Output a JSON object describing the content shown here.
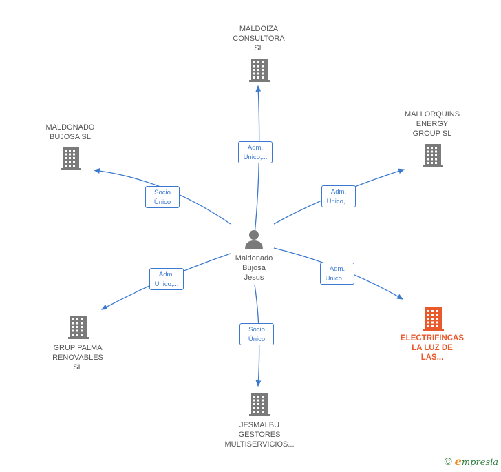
{
  "center": {
    "lines": [
      "Maldonado",
      "Bujosa",
      "Jesus"
    ],
    "icon": "person-icon"
  },
  "companies": [
    {
      "id": "maldoiza",
      "lines": [
        "MALDOIZA",
        "CONSULTORA",
        "SL"
      ],
      "icon": "building-icon",
      "color": "#7a7a7a"
    },
    {
      "id": "maldonado-bujosa",
      "lines": [
        "MALDONADO",
        "BUJOSA  SL"
      ],
      "icon": "building-icon",
      "color": "#7a7a7a"
    },
    {
      "id": "mallorquins",
      "lines": [
        "MALLORQUINS",
        "ENERGY",
        "GROUP  SL"
      ],
      "icon": "building-icon",
      "color": "#7a7a7a"
    },
    {
      "id": "grup-palma",
      "lines": [
        "GRUP PALMA",
        "RENOVABLES",
        "SL"
      ],
      "icon": "building-icon",
      "color": "#7a7a7a"
    },
    {
      "id": "electrifincas",
      "lines": [
        "ELECTRIFINCAS",
        "LA LUZ DE",
        "LAS..."
      ],
      "icon": "building-icon",
      "color": "#e8592b",
      "highlight": true
    },
    {
      "id": "jesmalbu",
      "lines": [
        "JESMALBU",
        "GESTORES",
        "MULTISERVICIOS..."
      ],
      "icon": "building-icon",
      "color": "#7a7a7a"
    }
  ],
  "relations": [
    {
      "to": "maldoiza",
      "lines": [
        "Adm.",
        "Unico,..."
      ]
    },
    {
      "to": "maldonado-bujosa",
      "lines": [
        "Socio",
        "Único"
      ]
    },
    {
      "to": "mallorquins",
      "lines": [
        "Adm.",
        "Unico,..."
      ]
    },
    {
      "to": "grup-palma",
      "lines": [
        "Adm.",
        "Unico,..."
      ]
    },
    {
      "to": "electrifincas",
      "lines": [
        "Adm.",
        "Unico,..."
      ]
    },
    {
      "to": "jesmalbu",
      "lines": [
        "Socio",
        "Único"
      ]
    }
  ],
  "colors": {
    "edge": "#3a79cf",
    "node": "#7a7a7a",
    "highlight": "#e8592b"
  },
  "footer": {
    "copyright": "©",
    "brand_initial": "e",
    "brand_rest": "mpresia"
  }
}
